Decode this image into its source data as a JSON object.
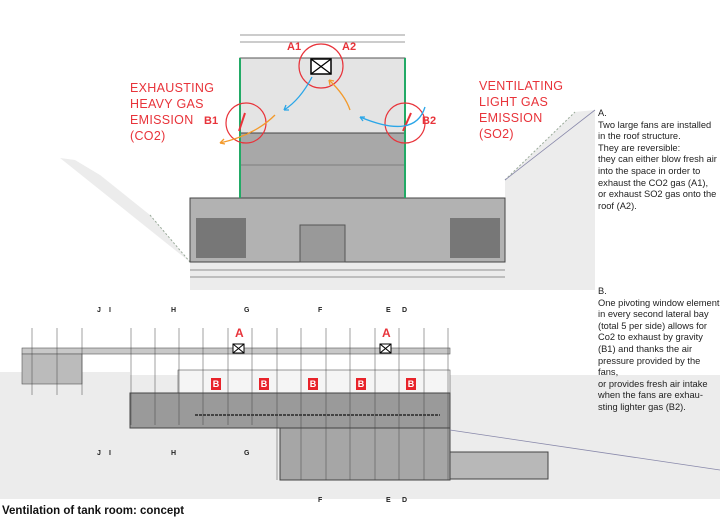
{
  "section_view": {
    "left_label": [
      "EXHAUSTING",
      "HEAVY GAS",
      "EMISSION",
      "(CO2)"
    ],
    "right_label": [
      "VENTILATING",
      "LIGHT GAS",
      "EMISSION",
      "(SO2)"
    ],
    "markers": {
      "a1": "A1",
      "a2": "A2",
      "b1": "B1",
      "b2": "B2"
    },
    "colors": {
      "annotation": "#e8333a",
      "heavy_gas_arrow": "#f39a2b",
      "light_gas_arrow": "#2aa6e8"
    }
  },
  "notes": {
    "a": "A.\nTwo large fans are installed in the roof structure.\nThey are reversible:\nthey can either blow fresh air into the space in order to exhaust the CO2 gas (A1),\nor exhaust SO2 gas onto the roof (A2).",
    "b": "B.\nOne pivoting window element in every second lateral bay (total 5 per side) allows for Co2 to exhaust by gravity (B1) and thanks the air pressure provided by the fans,\nor provides fresh air intake when the fans are exhau-sting lighter gas (B2)."
  },
  "long_section": {
    "fan_label": "A",
    "window_label": "B",
    "section_marks_top": [
      "J",
      "I",
      "H",
      "G",
      "F",
      "E",
      "D"
    ],
    "section_marks_bottom": [
      "J",
      "I",
      "H",
      "G",
      "F",
      "E",
      "D"
    ]
  },
  "caption": "Ventilation of tank room: concept"
}
